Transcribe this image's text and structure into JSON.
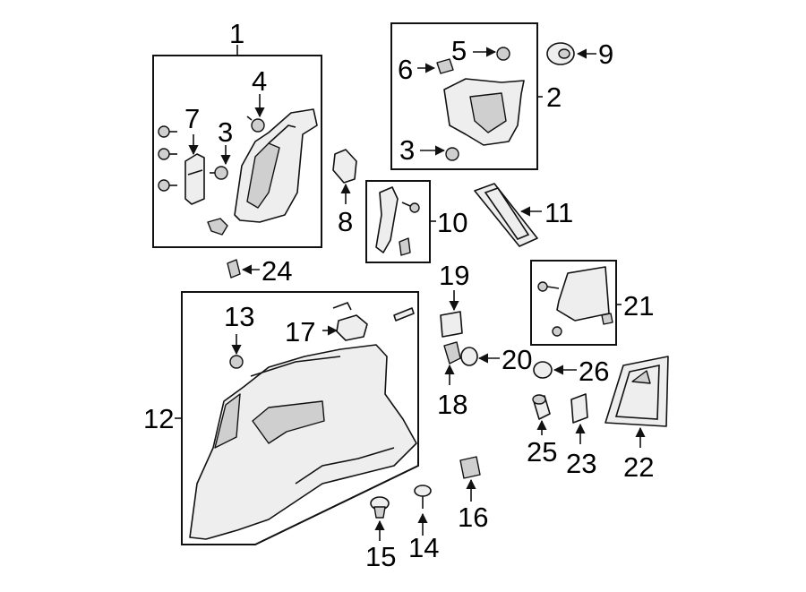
{
  "callouts": {
    "c1": "1",
    "c2": "2",
    "c3a": "3",
    "c3b": "3",
    "c4": "4",
    "c5": "5",
    "c6": "6",
    "c7": "7",
    "c8": "8",
    "c9": "9",
    "c10": "10",
    "c11": "11",
    "c12": "12",
    "c13": "13",
    "c14": "14",
    "c15": "15",
    "c16": "16",
    "c17": "17",
    "c18": "18",
    "c19": "19",
    "c20": "20",
    "c21": "21",
    "c22": "22",
    "c23": "23",
    "c24": "24",
    "c25": "25",
    "c26": "26"
  }
}
